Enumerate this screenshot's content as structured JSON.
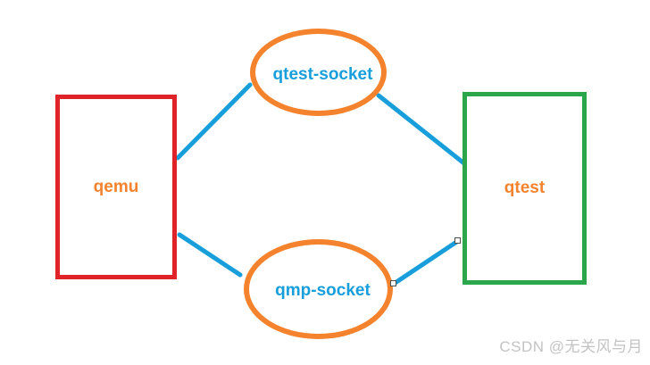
{
  "diagram": {
    "connector_color": "#189fdb",
    "nodes": [
      {
        "id": "qemu",
        "label": "qemu",
        "shape": "rectangle",
        "border_color": "#e02328",
        "label_color": "#f5822c"
      },
      {
        "id": "qtest",
        "label": "qtest",
        "shape": "rectangle",
        "border_color": "#2ba64a",
        "label_color": "#f5822c"
      },
      {
        "id": "qtest-socket",
        "label": "qtest-socket",
        "shape": "ellipse",
        "border_color": "#f5822c",
        "label_color": "#189fdb"
      },
      {
        "id": "qmp-socket",
        "label": "qmp-socket",
        "shape": "ellipse",
        "border_color": "#f5822c",
        "label_color": "#189fdb"
      }
    ],
    "edges": [
      {
        "from": "qemu",
        "to": "qtest-socket",
        "selected": false
      },
      {
        "from": "qtest-socket",
        "to": "qtest",
        "selected": false
      },
      {
        "from": "qemu",
        "to": "qmp-socket",
        "selected": false
      },
      {
        "from": "qmp-socket",
        "to": "qtest",
        "selected": true
      }
    ]
  },
  "watermark": {
    "text": "CSDN @无关风与月",
    "color": "#c3c3c3"
  }
}
